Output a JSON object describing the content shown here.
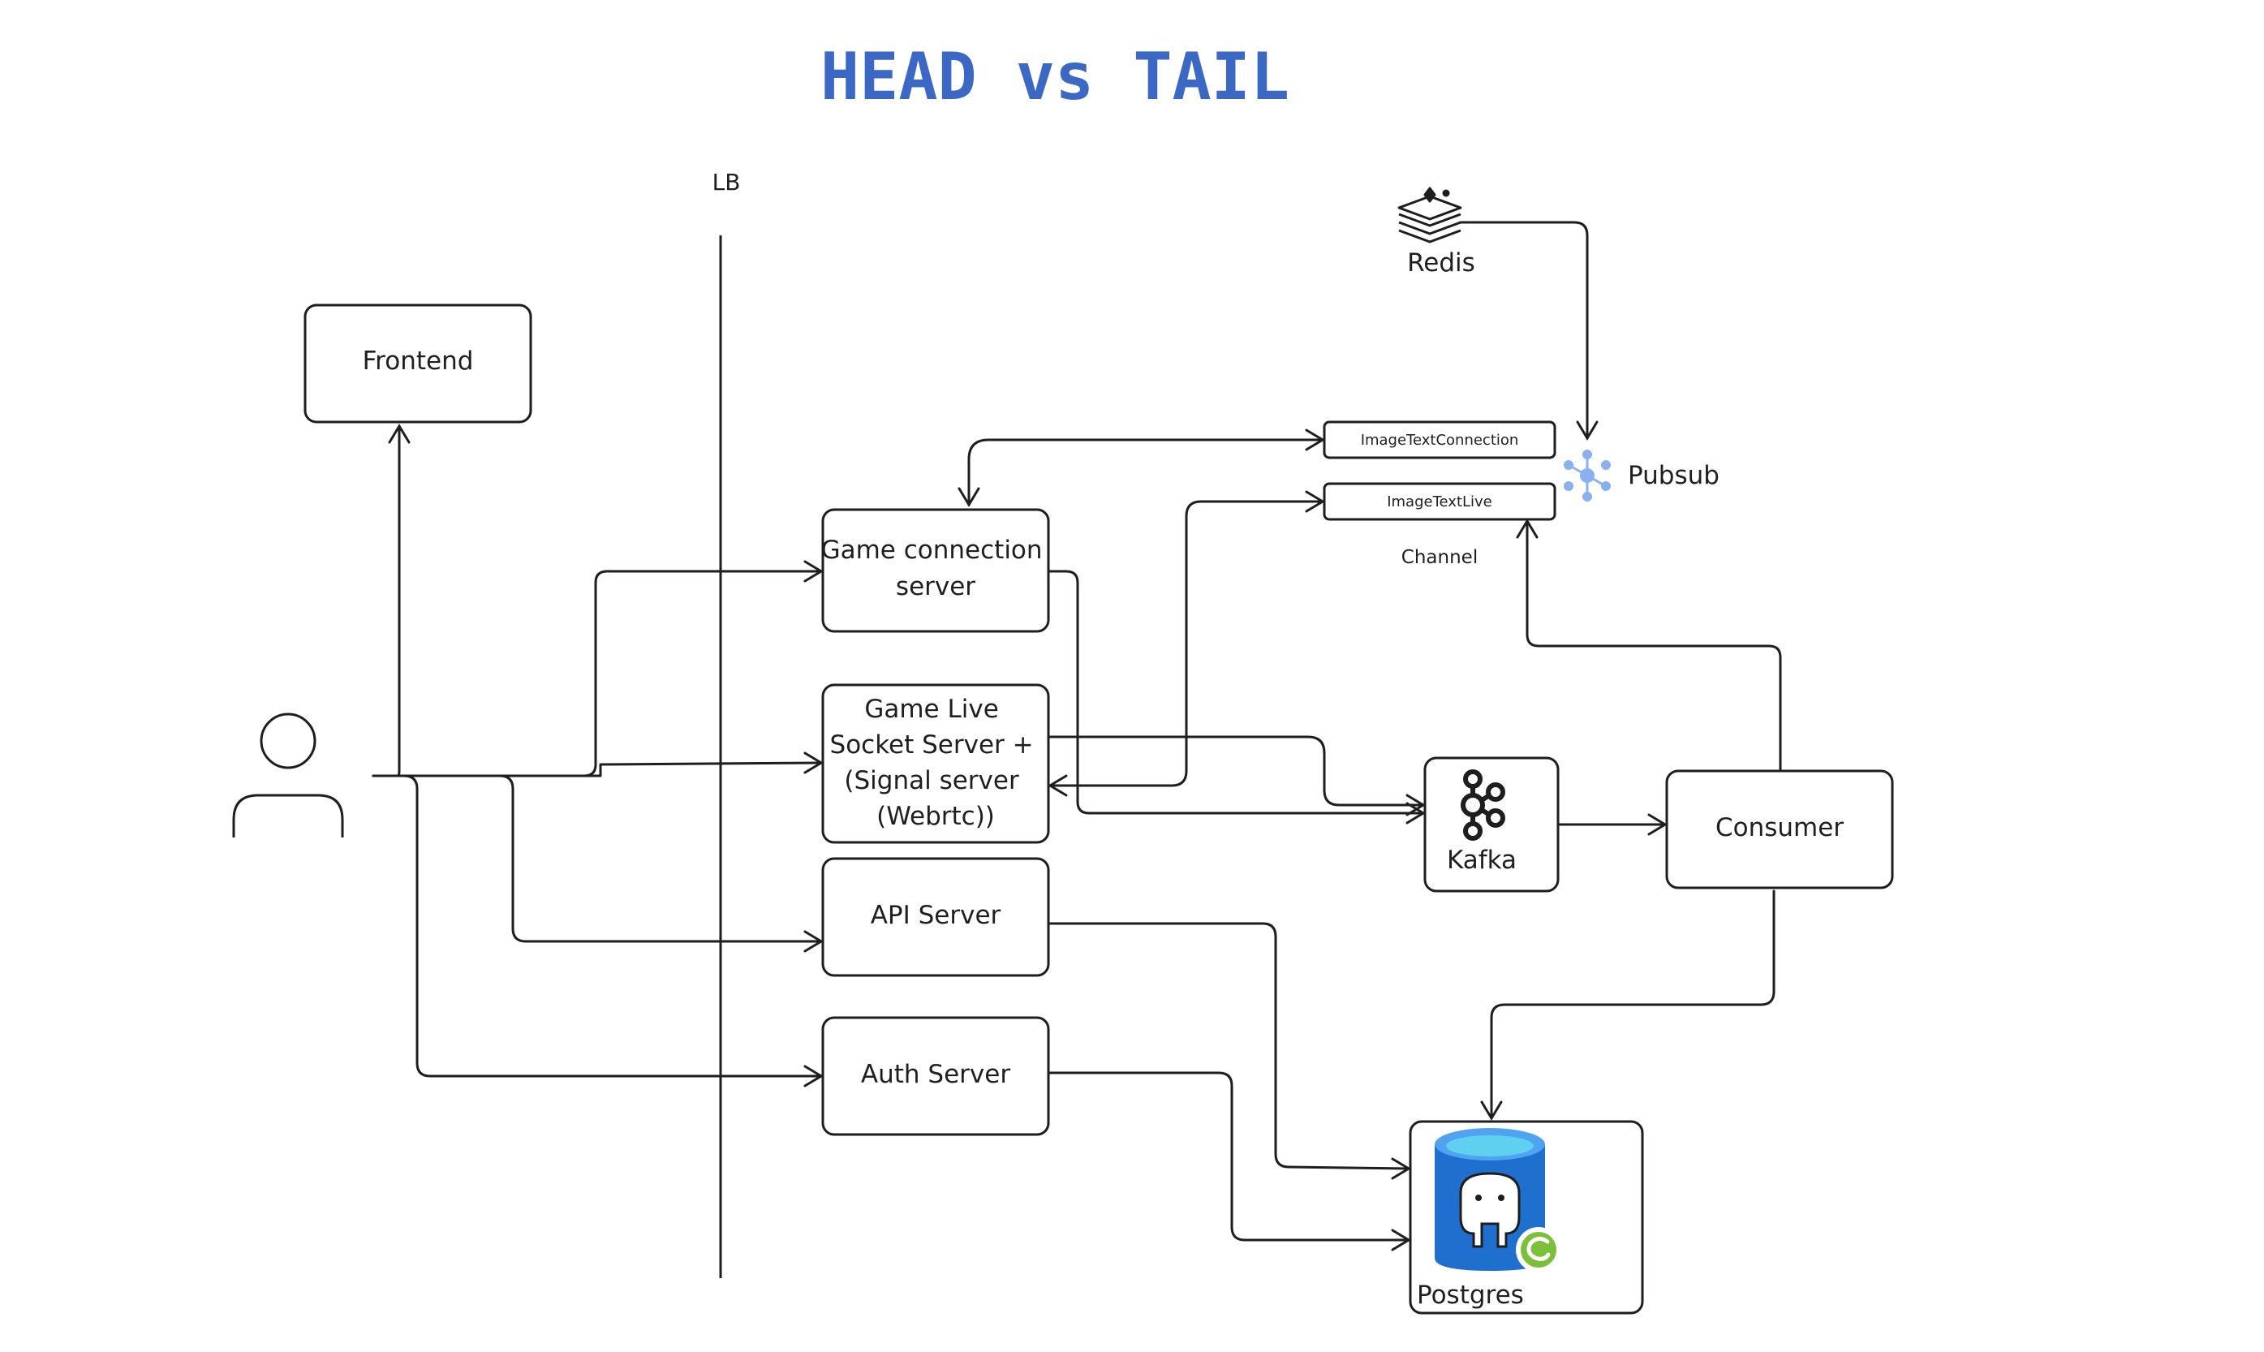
{
  "title": "HEAD vs TAIL",
  "lb_label": "LB",
  "nodes": {
    "frontend": "Frontend",
    "game_connection": [
      "Game connection",
      "server"
    ],
    "game_live": [
      "Game Live",
      "Socket Server +",
      "(Signal server",
      "(Webrtc))"
    ],
    "api_server": "API Server",
    "auth_server": "Auth Server",
    "kafka": "Kafka",
    "consumer": "Consumer",
    "postgres": "Postgres",
    "redis": "Redis",
    "pubsub": "Pubsub",
    "channel_1": "ImageTextConnection",
    "channel_2": "ImageTextLive",
    "channel_label": "Channel"
  },
  "icons": {
    "user": "user-icon",
    "redis": "redis-icon",
    "pubsub": "pubsub-icon",
    "kafka": "kafka-icon",
    "postgres": "postgres-icon"
  },
  "colors": {
    "title": "#3a68c4",
    "stroke": "#1e1e1e",
    "pubsub": "#8ab0ef",
    "db_blue": "#1f6fcf",
    "db_cyan": "#5fd0ef",
    "badge_green": "#7cbf3a"
  }
}
